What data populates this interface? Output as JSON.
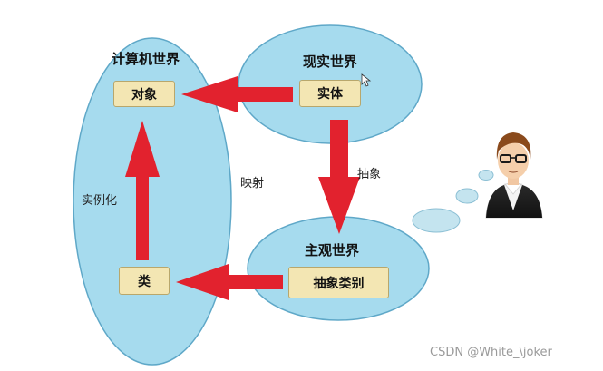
{
  "computer_world": {
    "title": "计算机世界",
    "object_box": "对象",
    "class_box": "类"
  },
  "real_world": {
    "title": "现实世界",
    "entity_box": "实体"
  },
  "subjective_world": {
    "title": "主观世界",
    "abstract_box": "抽象类别"
  },
  "relations": {
    "abstraction": "抽象",
    "mapping": "映射",
    "instantiation": "实例化"
  },
  "watermark": "CSDN @White_\\joker",
  "colors": {
    "bubble_fill": "#a6dbee",
    "bubble_stroke": "#5fa8c8",
    "arrow": "#e2222e",
    "box_fill": "#f3e6b3"
  },
  "person_icon": "thinking-man-with-glasses"
}
